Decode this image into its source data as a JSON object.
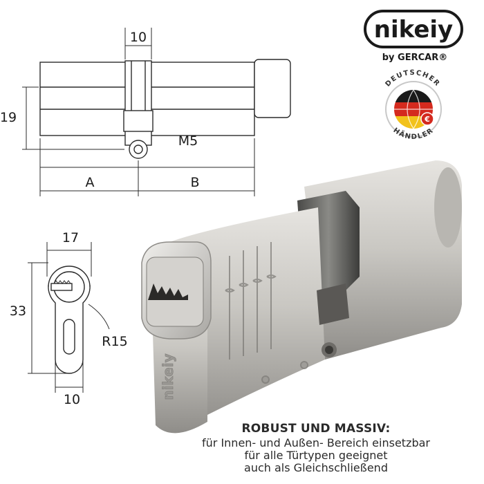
{
  "brand": {
    "logo_text": "nikeiy",
    "byline": "by GERCAR®",
    "key_head_logo": "nikeiy"
  },
  "seal": {
    "top_text": "DEUTSCHER",
    "bottom_text": "HÄNDLER",
    "coin_symbol": "€"
  },
  "dimensions": {
    "width_10_top": "10",
    "height_19": "19",
    "screw": "M5",
    "side_a": "A",
    "side_b": "B",
    "width_17": "17",
    "height_33": "33",
    "radius": "R15",
    "width_10_bottom": "10"
  },
  "copy": {
    "headline": "ROBUST UND MASSIV:",
    "lines": [
      "für Innen- und Außen- Bereich einsetzbar",
      "für alle Türtypen geeignet",
      "auch als Gleichschließend"
    ]
  },
  "colors": {
    "line": "#2a2a2a",
    "metal_light": "#d8d6d2",
    "metal_dark": "#8e8c88",
    "flag_black": "#1a1a1a",
    "flag_red": "#d42a1e",
    "flag_gold": "#f2c21b"
  }
}
